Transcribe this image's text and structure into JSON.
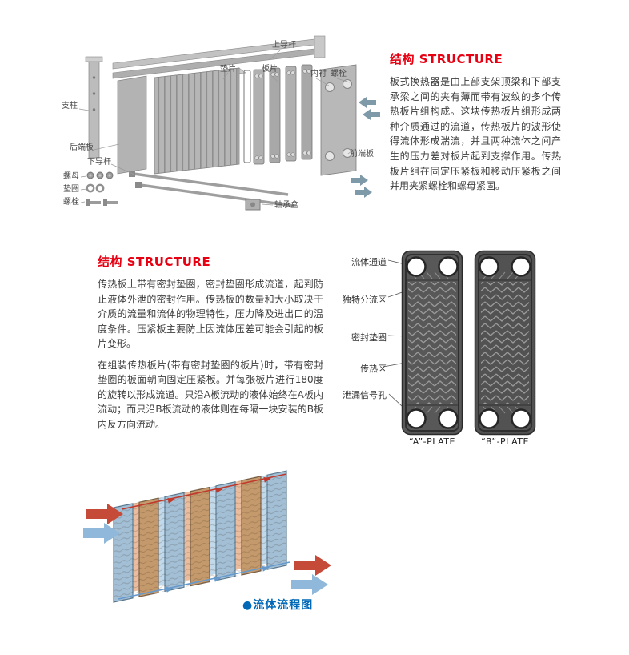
{
  "colors": {
    "heading_red": "#e60012",
    "caption_blue": "#0068b7"
  },
  "sections": {
    "top": {
      "heading": "结构 STRUCTURE",
      "body": "板式换热器是由上部支架顶梁和下部支承梁之间的夹有薄而带有波纹的多个传热板片组构成。这块传热板片组形成两种介质通过的流道，传热板片的波形使得流体形成湍流，并且两种流体之间产生的压力差对板片起到支撑作用。传热板片组在固定压紧板和移动压紧板之间并用夹紧螺栓和螺母紧固。"
    },
    "middle": {
      "heading": "结构 STRUCTURE",
      "para1": "传热板上带有密封垫圈，密封垫圈形成流道，起到防止液体外泄的密封作用。传热板的数量和大小取决于介质的流量和流体的物理特性，压力降及进出口的温度条件。压紧板主要防止因流体压差可能会引起的板片变形。",
      "para2": "在组装传热板片(带有密封垫圈的板片)时，带有密封垫圈的板面朝向固定压紧板。并每张板片进行180度的旋转以形成流道。只沿A板流动的液体始终在A板内流动；而只沿B板流动的液体则在每隔一块安装的B板内反方向流动。"
    }
  },
  "exploded": {
    "labels": {
      "top_guide_rod": "上导杆",
      "gasket": "垫片",
      "plate": "板片",
      "liner": "内衬",
      "bolt_top": "螺栓",
      "column": "支柱",
      "rear_end_plate": "后端板",
      "lower_guide_rod": "下导杆",
      "nut": "螺母",
      "washer": "垫圈",
      "bolt_bottom": "螺栓",
      "bearing_box": "轴承盒",
      "front_end_plate": "前端板"
    }
  },
  "plates_figure": {
    "callouts": {
      "fluid_channel": "流体通道",
      "distribution_zone": "独特分流区",
      "sealing_gasket": "密封垫圈",
      "heat_transfer_zone": "传热区",
      "leak_signal_hole": "泄漏信号孔"
    },
    "a_plate": "“A”-PLATE",
    "b_plate": "“B”-PLATE"
  },
  "flow_figure": {
    "caption": "●流体流程图"
  }
}
